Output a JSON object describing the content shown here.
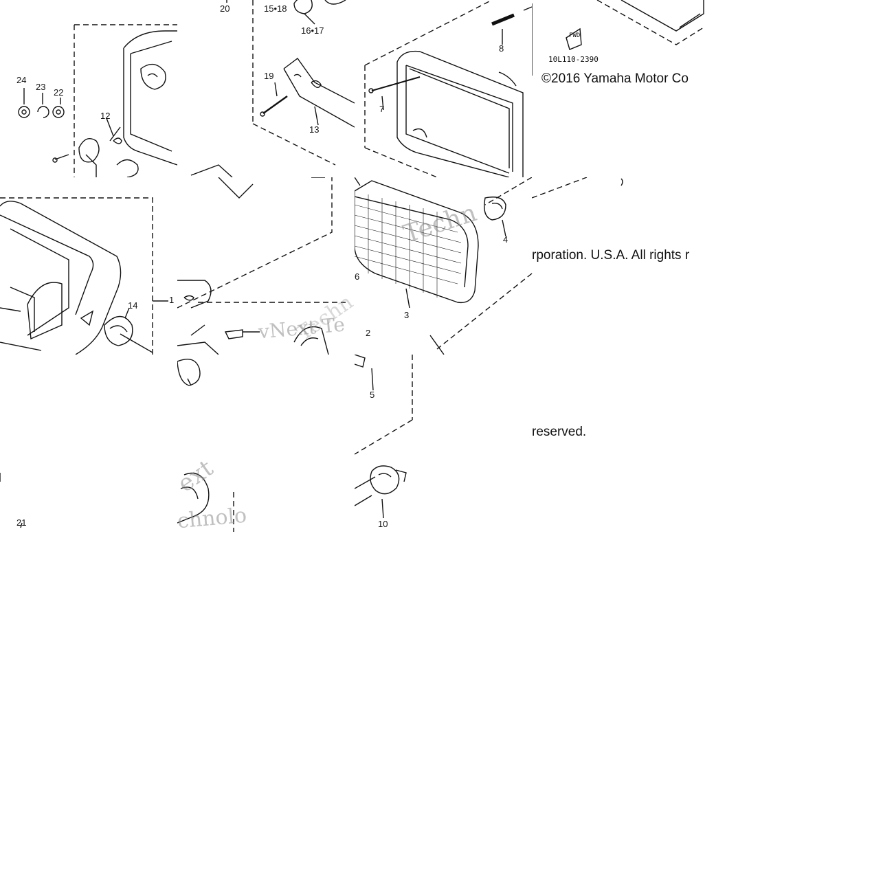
{
  "diagram": {
    "copyright_line_1": "©2016 Yamaha Motor Co",
    "copyright_line_2": "rporation. U.S.A. All rights r",
    "copyright_line_3": "reserved.",
    "drawing_code": "10L110-2390",
    "fwd_label": "FWD",
    "watermark_1": "Techn",
    "watermark_2": "vNext Te",
    "watermark_3": "ext",
    "watermark_4": "chnolo",
    "part_labels": {
      "p1": "1",
      "p2": "2",
      "p3": "3",
      "p4": "4",
      "p5": "5",
      "p6": "6",
      "p7": "7",
      "p8": "8",
      "p10": "10",
      "p12": "12",
      "p13": "13",
      "p14": "14",
      "p15_18": "15•18",
      "p16_17": "16•17",
      "p19": "19",
      "p20": "20",
      "p21": "21",
      "p22": "22",
      "p23": "23",
      "p24": "24"
    }
  },
  "colors": {
    "ink": "#111111",
    "background": "#ffffff",
    "watermark": "#8c8c8c"
  }
}
